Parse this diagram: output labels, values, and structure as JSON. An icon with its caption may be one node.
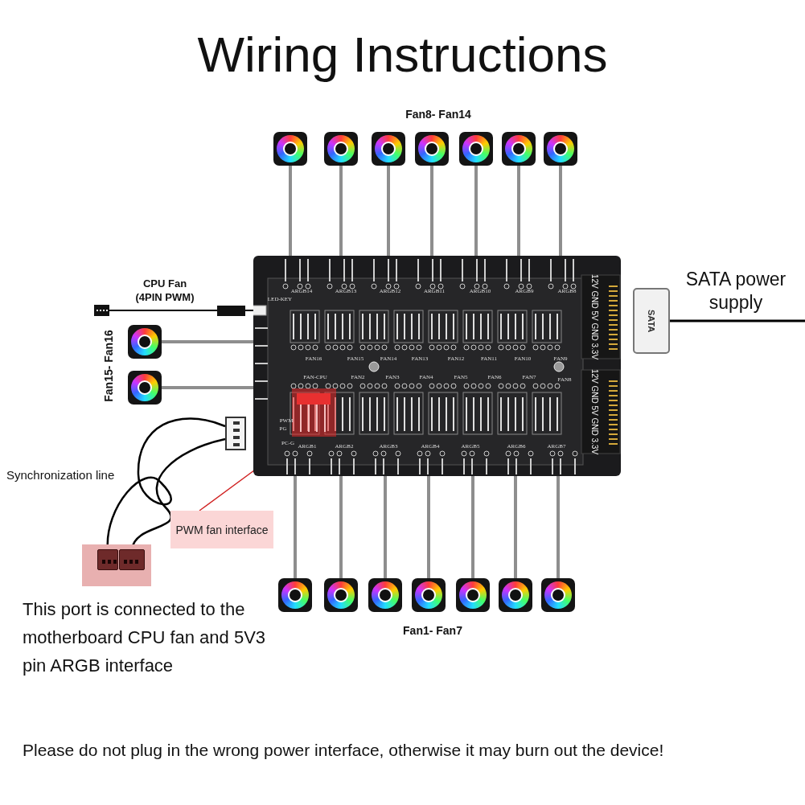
{
  "diagram": {
    "title": "Wiring Instructions",
    "nodes": [
      {
        "text": [],
        "shape": "picture"
      },
      {
        "text": [],
        "shape": "picture"
      },
      {
        "text": [],
        "shape": "picture"
      },
      {
        "text": [],
        "shape": "picture"
      },
      {
        "text": [],
        "shape": "picture"
      },
      {
        "text": [],
        "shape": "picture"
      },
      {
        "text": [],
        "shape": "picture"
      },
      {
        "text": [],
        "shape": "picture"
      },
      {
        "text": [],
        "shape": "box",
        "beside": [
          "CPU Fan (4PIN PWM)"
        ]
      },
      {
        "text": [
          "SATA"
        ]
      },
      {
        "text": [],
        "shape": "picture"
      },
      {
        "text": [],
        "shape": "picture"
      },
      {
        "text": [],
        "shape": "box",
        "in": 0
      },
      {
        "text": [],
        "shape": "box"
      },
      {
        "text": [
          "PWM fan interface"
        ]
      },
      {
        "text": [],
        "shape": "box"
      },
      {
        "text": [],
        "shape": "box"
      },
      {
        "text": [],
        "shape": "picture"
      },
      {
        "text": [],
        "shape": "picture"
      },
      {
        "text": [],
        "shape": "picture"
      },
      {
        "text": [],
        "shape": "picture"
      },
      {
        "text": [],
        "shape": "picture"
      },
      {
        "text": [],
        "shape": "picture"
      },
      {
        "text": [],
        "shape": "picture"
      }
    ],
    "edges": [
      {
        "from": 1,
        "to": 0,
        "arrow": "none"
      },
      {
        "from": 2,
        "to": 0,
        "arrow": "none"
      },
      {
        "from": 3,
        "to": 0,
        "arrow": "none"
      },
      {
        "from": 4,
        "to": 0,
        "arrow": "none"
      },
      {
        "from": 5,
        "to": 0,
        "arrow": "none"
      },
      {
        "from": 6,
        "to": 0,
        "arrow": "none"
      },
      {
        "from": 7,
        "to": 0,
        "arrow": "none"
      },
      {
        "from": 8,
        "to": 0,
        "arrow": "none",
        "color": "#000000"
      },
      {
        "from": 9,
        "to": null,
        "arrow": "none",
        "color": "#000000"
      },
      {
        "from": 10,
        "to": 0,
        "arrow": "none"
      },
      {
        "from": 11,
        "to": 0,
        "arrow": "none"
      },
      {
        "from": 14,
        "to": 12,
        "arrow": "none",
        "color": "#d02020"
      },
      {
        "from": 13,
        "to": 15,
        "arrow": "none",
        "color": "#000000"
      },
      {
        "from": 13,
        "to": 16,
        "arrow": "none",
        "color": "#000000"
      },
      {
        "from": 17,
        "to": 0,
        "arrow": "none"
      },
      {
        "from": 18,
        "to": 0,
        "arrow": "none"
      },
      {
        "from": 19,
        "to": 0,
        "arrow": "none"
      },
      {
        "from": 20,
        "to": 0,
        "arrow": "none"
      },
      {
        "from": 21,
        "to": 0,
        "arrow": "none"
      },
      {
        "from": 22,
        "to": 0,
        "arrow": "none"
      },
      {
        "from": 23,
        "to": 0,
        "arrow": "none"
      }
    ],
    "labels": [
      "Fan8- Fan14",
      "ARGB14",
      "ARGB13",
      "ARGB12",
      "ARGB11",
      "ARGB10",
      "ARGB9",
      "ARGB8",
      "LED-KEY",
      "FAN16",
      "FAN15",
      "FAN14",
      "FAN13",
      "FAN12",
      "FAN11",
      "FAN10",
      "FAN9",
      "12V GND 5V GND 3.3V",
      "FAN-CPU",
      "FAN2",
      "FAN3",
      "FAN4",
      "FAN5",
      "FAN6",
      "FAN7",
      "FAN8",
      "12V GND 5V GND 3.3V",
      "PWM",
      "PG",
      "PC-G",
      "ARGB1",
      "ARGB2",
      "ARGB3",
      "ARGB4",
      "ARGB5",
      "ARGB6",
      "ARGB7",
      "Fan15- Fan16",
      "SATA power supply",
      "Synchronization line",
      "Fan1- Fan7",
      "This port is connected to the motherboard CPU fan and 5V3 pin ARGB interface",
      "Please do not plug in the wrong power interface, otherwise it may burn out the device!"
    ]
  }
}
